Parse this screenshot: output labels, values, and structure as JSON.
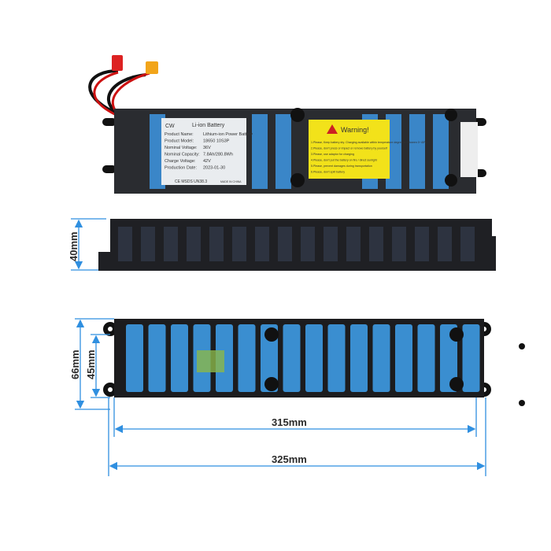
{
  "label": {
    "brand": "CW",
    "title": "Li-ion Battery",
    "rows": [
      [
        "Product Name:",
        "Lithium-ion Power Battery"
      ],
      [
        "Product Model:",
        "18650 10S3P"
      ],
      [
        "Nominal Voltage:",
        "36V"
      ],
      [
        "Nominal Capacity:",
        "7.8Ah/280.8Wh"
      ],
      [
        "Charge Voltage:",
        "42V"
      ],
      [
        "Production Date:",
        "2023-01-30"
      ]
    ],
    "certs": "CE  MSDS  UN38.3",
    "origin": "MADE IN CHINA"
  },
  "warning": {
    "title": "Warning!",
    "items": [
      "1.Please, Keep battery dry. Charging available within temperature degree is between 0~45℃",
      "2.Please, don't press or impact or remove battery by yourself",
      "3.Please, use adaptor for charging",
      "4.Please, don't put the battery on fire / direct sunlight",
      "5.Please, prevent damages during transportation",
      "6.Please, don't split battery"
    ]
  },
  "dimensions": {
    "height_side": "40mm",
    "width_outer": "66mm",
    "width_inner": "45mm",
    "length_inner": "315mm",
    "length_outer": "325mm"
  },
  "colors": {
    "dimension": "#2f8fe0",
    "cell": "#2f7fc4",
    "wrap": "#1c1c1e",
    "warning": "#f2e21a"
  }
}
